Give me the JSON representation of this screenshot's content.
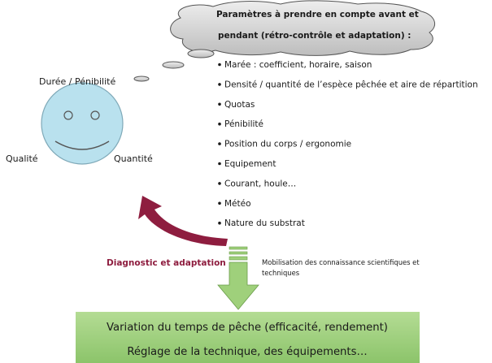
{
  "cloud": {
    "line1": "Paramètres à prendre en compte avant et",
    "line2": "pendant (rétro-contrôle et adaptation) :"
  },
  "smiley": {
    "top_label": "Durée / Pénibilité",
    "left_label": "Qualité",
    "right_label": "Quantité",
    "face_color": "#b9e1ee"
  },
  "parameters": [
    "Marée : coefficient, horaire, saison",
    "Densité / quantité de l’espèce pêchée et aire de répartition",
    "Quotas",
    "Pénibilité",
    "Position du corps / ergonomie",
    "Equipement",
    "Courant, houle…",
    "Météo",
    "Nature du substrat"
  ],
  "feedback": {
    "label": "Diagnostic et adaptation",
    "color": "#8e1d3f"
  },
  "mobilisation": {
    "line1": "Mobilisation des connaissance scientifiques et",
    "line2": "techniques"
  },
  "result_box": {
    "line1": "Variation du temps de pêche (efficacité, rendement)",
    "line2": "Réglage de la technique, des équipements…",
    "fill": "#9fd07b"
  },
  "arrow_color": "#9fd07b"
}
